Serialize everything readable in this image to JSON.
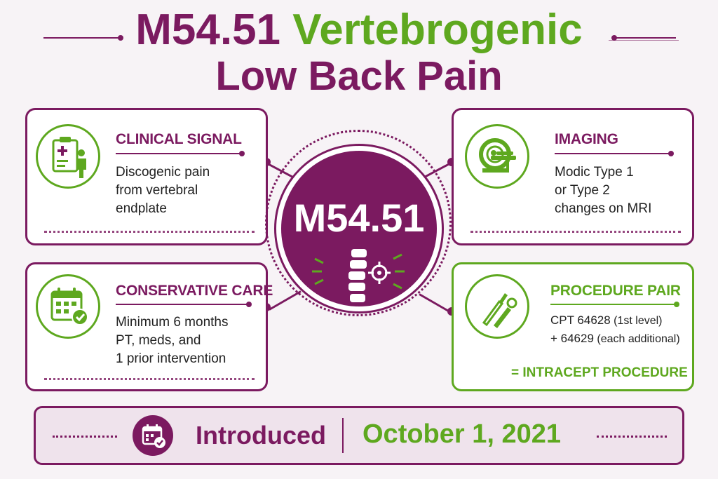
{
  "title": {
    "code": "M54.51",
    "line1_rest": "Vertebrogenic",
    "line2": "Low Back Pain"
  },
  "center": {
    "code": "M54.51",
    "icon": "spine-target-icon"
  },
  "cards": {
    "clinical": {
      "title": "CLINICAL SIGNAL",
      "lines": [
        "Discogenic pain",
        "from vertebral",
        "endplate"
      ],
      "icon": "clipboard-patient-icon"
    },
    "imaging": {
      "title": "IMAGING",
      "lines": [
        "Modic Type 1",
        "or Type 2",
        "changes on MRI"
      ],
      "icon": "mri-scanner-icon"
    },
    "conservative": {
      "title": "CONSERVATIVE CARE",
      "lines": [
        "Minimum 6 months",
        "PT, meds, and",
        "1 prior intervention"
      ],
      "icon": "calendar-check-icon"
    },
    "procedure": {
      "title": "PROCEDURE PAIR",
      "line1_code": "CPT 64628",
      "line1_note": "(1st level)",
      "line2_code": "+ 64629",
      "line2_note": "(each additional)",
      "result": "= INTRACEPT PROCEDURE",
      "icon": "surgical-tools-icon"
    }
  },
  "footer": {
    "label": "Introduced",
    "date": "October 1, 2021",
    "icon": "calendar-check-icon"
  },
  "colors": {
    "purple": "#7b1a60",
    "green": "#5ea81f",
    "background": "#f7f3f6"
  }
}
